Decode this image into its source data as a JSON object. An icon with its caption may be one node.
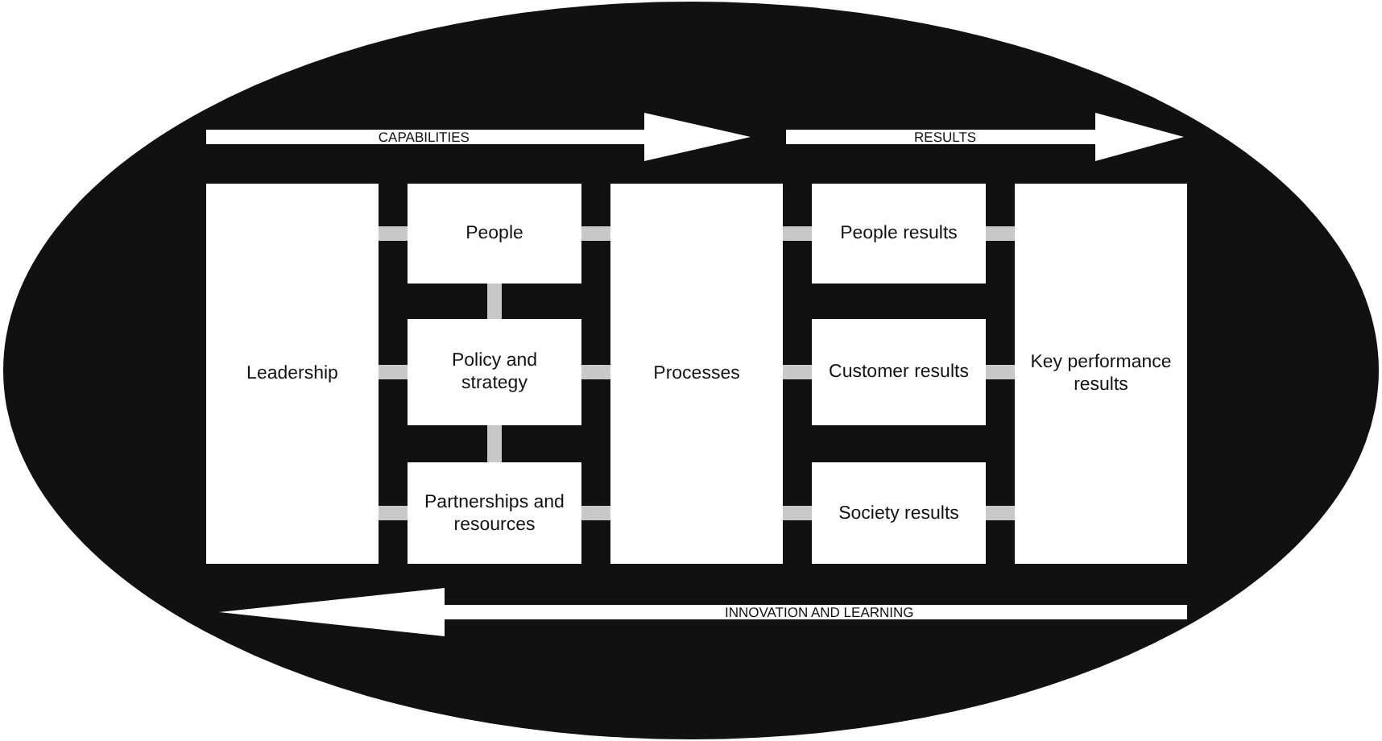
{
  "diagram": {
    "nodes": [
      {
        "text": [
          "Leadership"
        ]
      },
      {
        "text": [
          "People"
        ]
      },
      {
        "text": [
          "Policy and strategy"
        ]
      },
      {
        "text": [
          "Partnerships and resources"
        ]
      },
      {
        "text": [
          "Processes"
        ]
      },
      {
        "text": [
          "People results"
        ]
      },
      {
        "text": [
          "Customer results"
        ]
      },
      {
        "text": [
          "Society results"
        ]
      },
      {
        "text": [
          "Key performance results"
        ]
      }
    ],
    "edges": [
      {
        "from": 0,
        "to": 1,
        "arrow": "none"
      },
      {
        "from": 0,
        "to": 2,
        "arrow": "none"
      },
      {
        "from": 0,
        "to": 3,
        "arrow": "none"
      },
      {
        "from": 1,
        "to": 2,
        "arrow": "none"
      },
      {
        "from": 2,
        "to": 3,
        "arrow": "none"
      },
      {
        "from": 1,
        "to": 4,
        "arrow": "none"
      },
      {
        "from": 2,
        "to": 4,
        "arrow": "none"
      },
      {
        "from": 3,
        "to": 4,
        "arrow": "none"
      },
      {
        "from": 4,
        "to": 5,
        "arrow": "none"
      },
      {
        "from": 4,
        "to": 6,
        "arrow": "none"
      },
      {
        "from": 4,
        "to": 7,
        "arrow": "none"
      },
      {
        "from": 5,
        "to": 8,
        "arrow": "none"
      },
      {
        "from": 6,
        "to": 8,
        "arrow": "none"
      },
      {
        "from": 7,
        "to": 8,
        "arrow": "none"
      },
      {
        "from": 0,
        "to": 4,
        "arrow": "to",
        "label": "CAPABILITIES",
        "style": "thick",
        "color": "#ffffff"
      },
      {
        "from": 4,
        "to": 8,
        "arrow": "to",
        "label": "RESULTS",
        "style": "thick",
        "color": "#ffffff"
      },
      {
        "from": 8,
        "to": 0,
        "arrow": "to",
        "label": "INNOVATION AND LEARNING",
        "style": "thick",
        "color": "#ffffff"
      }
    ]
  }
}
